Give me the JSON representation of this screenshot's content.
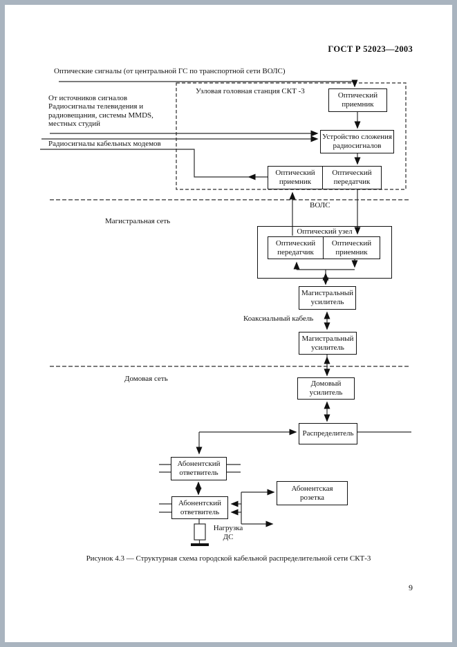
{
  "page": {
    "header": "ГОСТ Р 52023—2003",
    "caption": "Рисунок 4.3 — Структурная схема городской кабельной распределительной сети СКТ-3",
    "page_number": "9"
  },
  "labels": {
    "optical_signals": "Оптические сигналы  (от центральной ГС по транспортной сети ВОЛС)",
    "node_station": "Узловая головная станция СКТ -3",
    "sources_line1": "От источников сигналов",
    "sources_line2": "Радиосигналы телевидения и",
    "sources_line3": "радиовещания, системы MMDS,",
    "sources_line4": "местных студий",
    "cable_modems": "Радиосигналы кабельных модемов",
    "vols": "ВОЛС",
    "trunk_network": "Магистральная сеть",
    "optical_node": "Оптический узел",
    "coax_cable": "Коаксиальный кабель",
    "house_network": "Домовая сеть",
    "load_line1": "Нагрузка",
    "load_line2": "ДС"
  },
  "blocks": {
    "head_optical_receiver": "Оптический приемник",
    "combiner": "Устройство сложения радиосигналов",
    "head_return_receiver": "Оптический приемник",
    "head_transmitter": "Оптический передатчик",
    "node_transmitter": "Оптический передатчик",
    "node_receiver": "Оптический приемник",
    "trunk_amplifier_1": "Магистральный усилитель",
    "trunk_amplifier_2": "Магистральный усилитель",
    "house_amplifier": "Домовый усилитель",
    "distributor": "Распределитель",
    "tap_1": "Абонентский ответвитель",
    "tap_2": "Абонентский ответвитель",
    "subscriber_socket": "Абонентская розетка"
  },
  "colors": {
    "line": "#2b2b2b",
    "frame_bg": "#a9b4bf",
    "page_bg": "#ffffff"
  }
}
